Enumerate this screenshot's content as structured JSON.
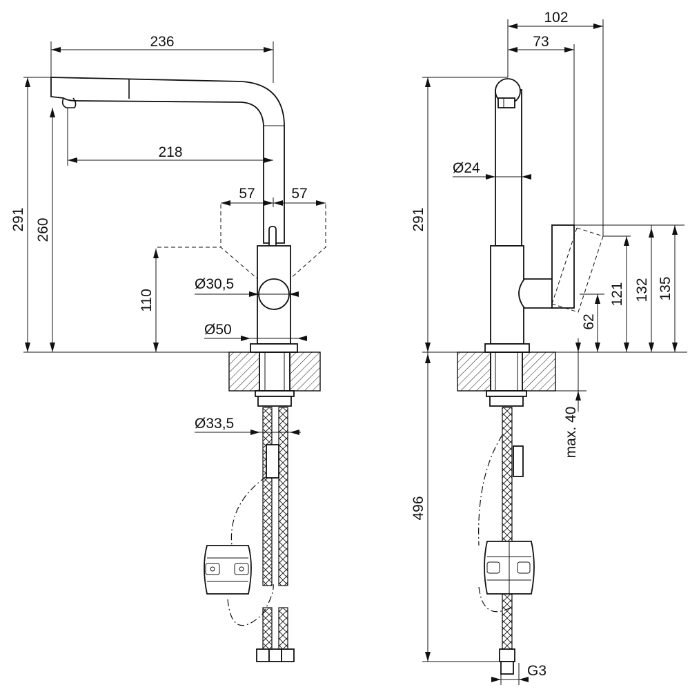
{
  "front_view": {
    "dim_spout_reach_total": "236",
    "dim_spout_reach_outlet": "218",
    "dim_lever_swing_left": "57",
    "dim_lever_swing_right": "57",
    "dim_height_total": "291",
    "dim_height_outlet": "260",
    "dim_lever_height": "110",
    "dim_lever_diameter": "Ø30,5",
    "dim_base_diameter": "Ø50",
    "dim_shank_diameter": "Ø33,5"
  },
  "side_view": {
    "dim_depth_total": "102",
    "dim_depth_lever": "73",
    "dim_spout_diameter": "Ø24",
    "dim_height_total": "291",
    "dim_lever_height_121": "121",
    "dim_lever_height_132": "132",
    "dim_lever_height_135": "135",
    "dim_lever_axis_height": "62",
    "dim_max_deck_thickness": "max. 40",
    "dim_hose_length": "496",
    "dim_connection_thread": "G3"
  }
}
